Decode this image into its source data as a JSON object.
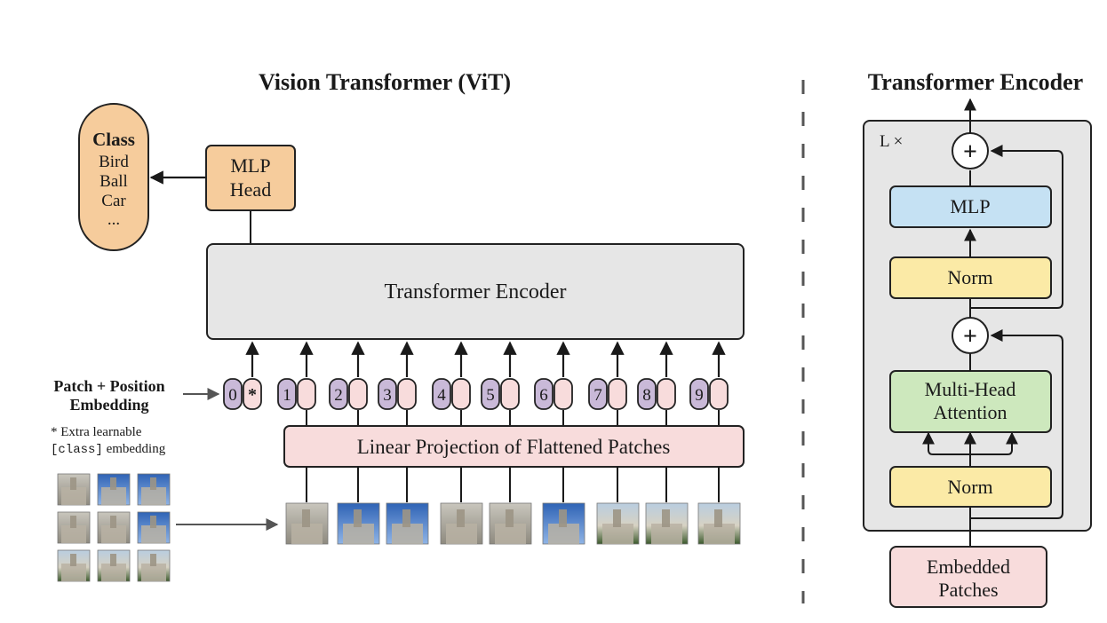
{
  "left": {
    "title": "Vision Transformer (ViT)",
    "class_box": {
      "heading": "Class",
      "items": [
        "Bird",
        "Ball",
        "Car",
        "..."
      ]
    },
    "mlp_head": [
      "MLP",
      "Head"
    ],
    "encoder_label": "Transformer Encoder",
    "patch_embedding_label": [
      "Patch + Position",
      "Embedding"
    ],
    "extra_note": {
      "line1": "* Extra learnable",
      "token": "[class]",
      "suffix": " embedding"
    },
    "tokens": [
      {
        "pos": "0",
        "emb": "*"
      },
      {
        "pos": "1",
        "emb": ""
      },
      {
        "pos": "2",
        "emb": ""
      },
      {
        "pos": "3",
        "emb": ""
      },
      {
        "pos": "4",
        "emb": ""
      },
      {
        "pos": "5",
        "emb": ""
      },
      {
        "pos": "6",
        "emb": ""
      },
      {
        "pos": "7",
        "emb": ""
      },
      {
        "pos": "8",
        "emb": ""
      },
      {
        "pos": "9",
        "emb": ""
      }
    ],
    "projection_label": "Linear Projection of Flattened Patches"
  },
  "right": {
    "title": "Transformer Encoder",
    "repeat_label": "L ×",
    "plus_symbol": "+",
    "mlp_label": "MLP",
    "norm_label": "Norm",
    "attention_label": [
      "Multi-Head",
      "Attention"
    ],
    "embedded_patches_label": [
      "Embedded",
      "Patches"
    ]
  },
  "colors": {
    "orange": "#f6cc9c",
    "gray_box": "#e6e6e6",
    "pink": "#f8dcdc",
    "purple": "#c9b9d8",
    "blue": "#c5e1f3",
    "yellow": "#fbeaa6",
    "green": "#cde8bd",
    "stroke": "#222222"
  },
  "icons": [
    "arrow-up-icon",
    "arrow-left-icon",
    "arrow-right-icon",
    "plus-circle-icon",
    "photo-patch-icon"
  ]
}
